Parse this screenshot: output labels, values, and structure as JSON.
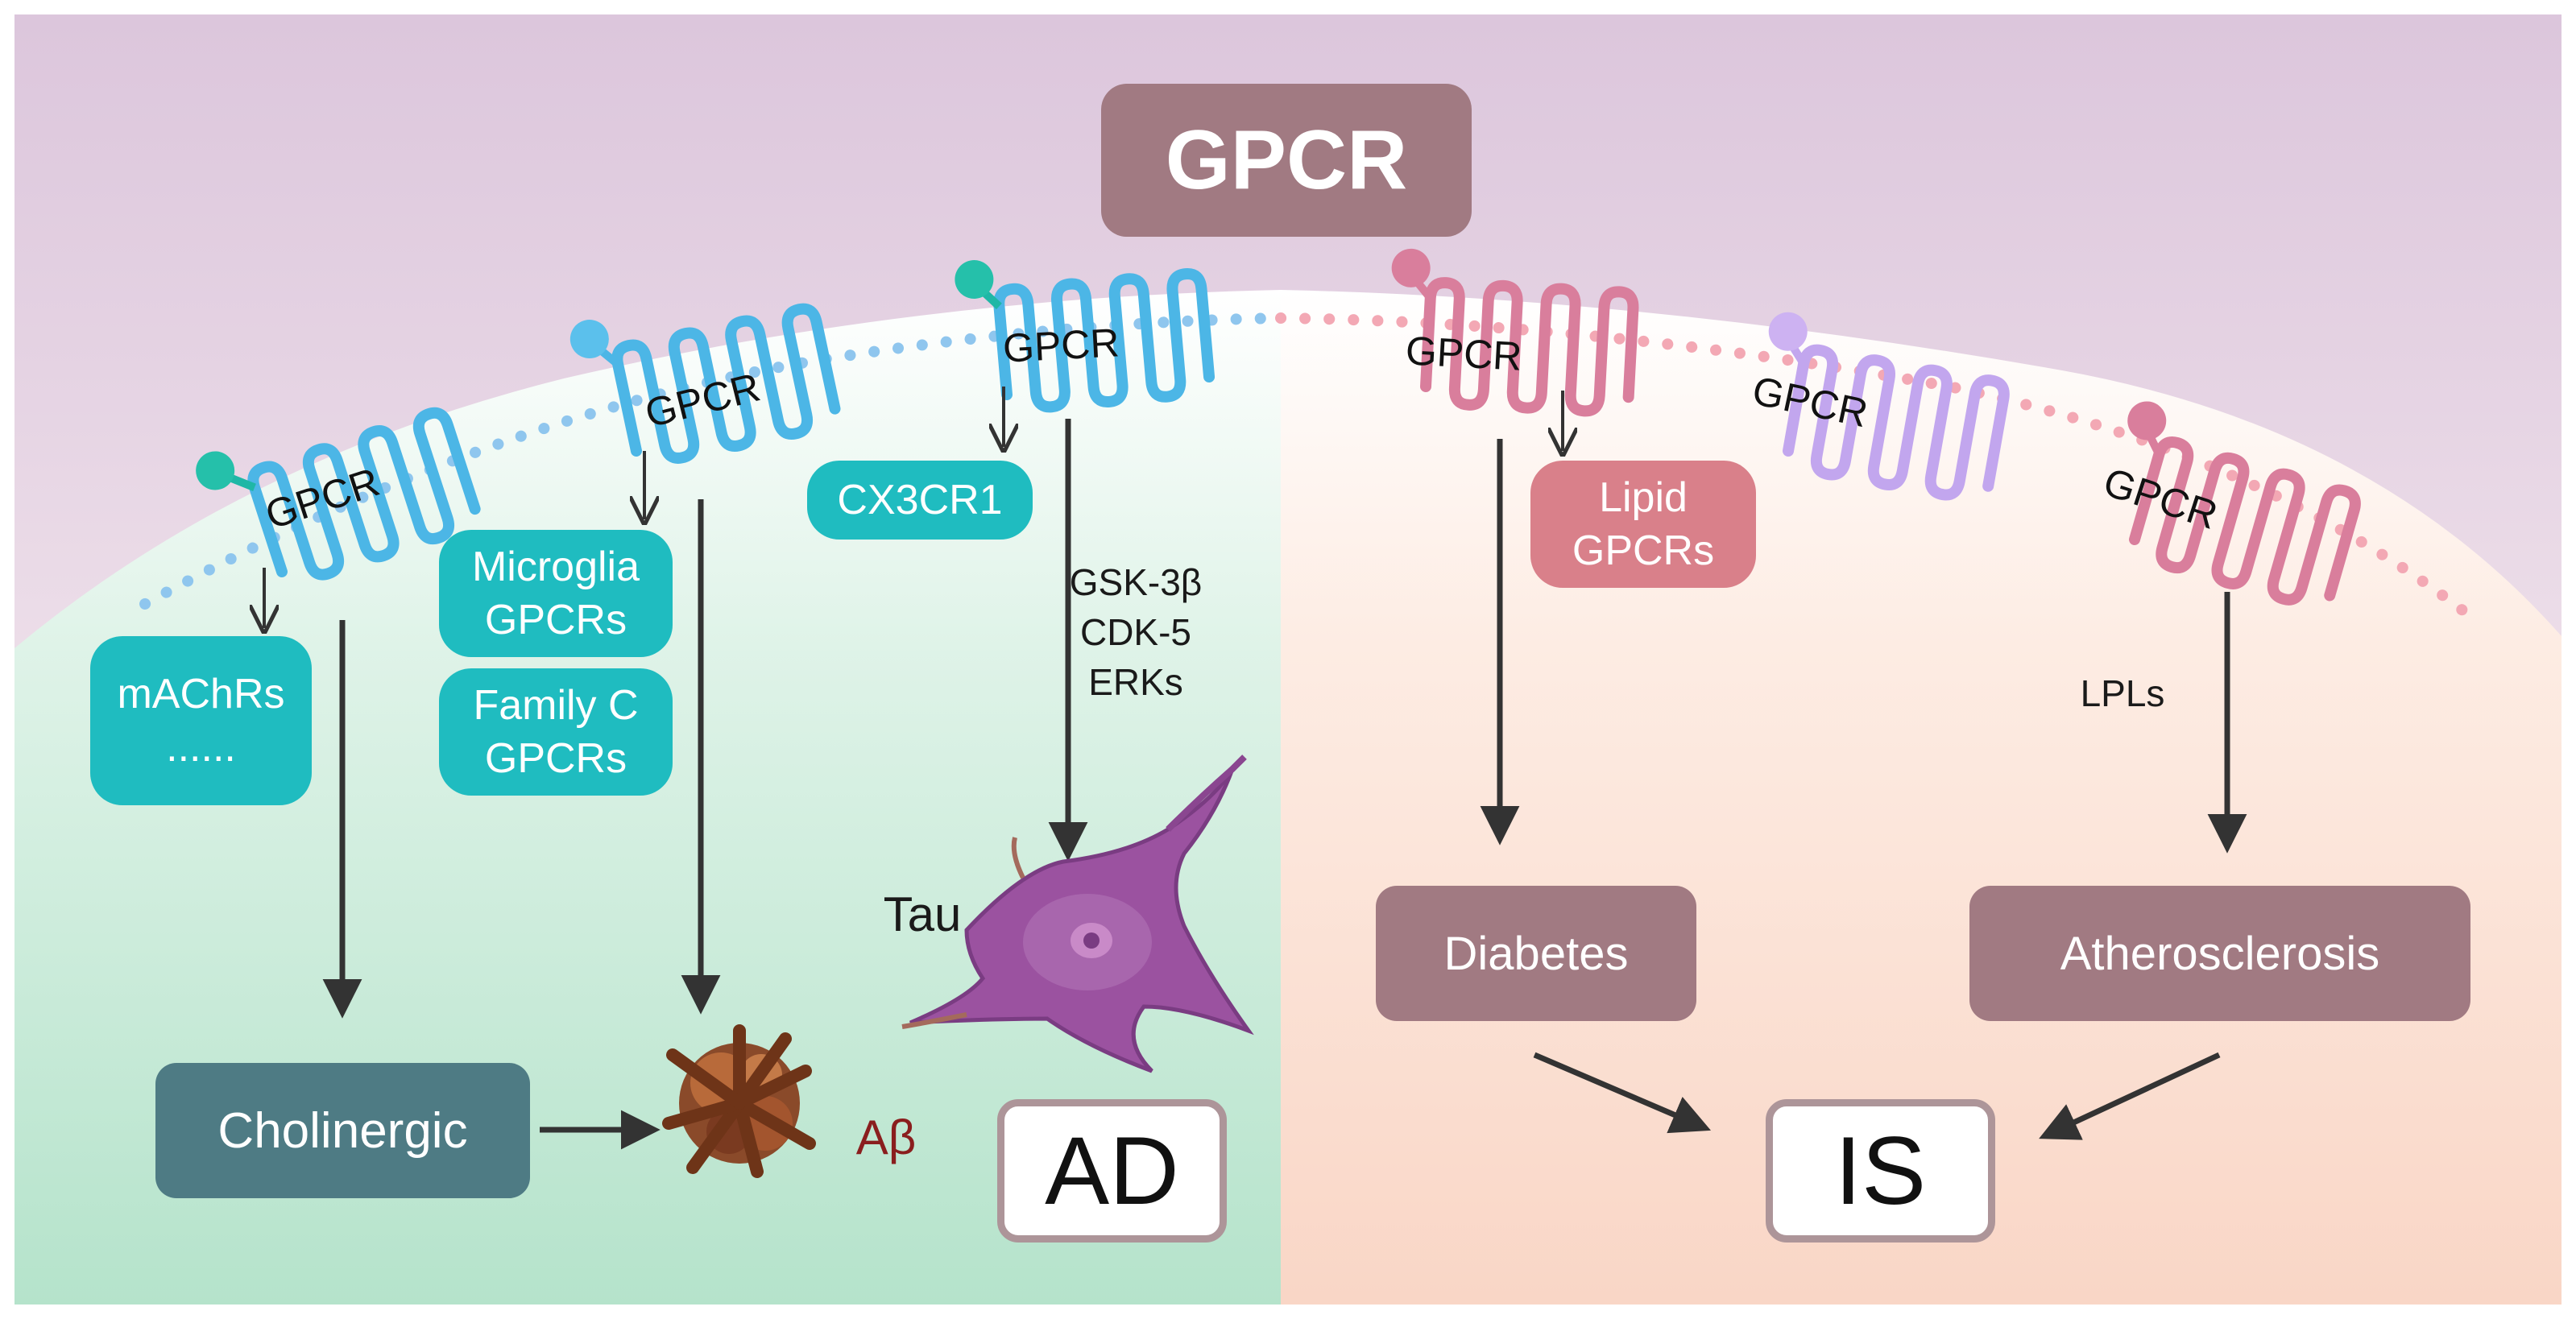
{
  "title": "GPCR",
  "receptor_label": "GPCR",
  "boxes": {
    "machrs": "mAChRs",
    "machrs_more": "......",
    "microglia": "Microglia",
    "microglia_2": "GPCRs",
    "family_c": "Family C",
    "family_c_2": "GPCRs",
    "cx3cr1": "CX3CR1",
    "lipid": "Lipid",
    "lipid_2": "GPCRs",
    "cholinergic": "Cholinergic",
    "diabetes": "Diabetes",
    "atherosclerosis": "Atherosclerosis"
  },
  "labels": {
    "gsk": "GSK-3β",
    "cdk": "CDK-5",
    "erks": "ERKs",
    "tau": "Tau",
    "abeta": "Aβ",
    "lpls": "LPLs",
    "ad": "AD",
    "is": "IS"
  },
  "colors": {
    "teal": "#1fbcc0",
    "receptor_blue": "#4db8e8",
    "receptor_pink": "#d980a0",
    "receptor_lilac": "#c2a6ee",
    "mauve": "#a17a82",
    "slate": "#4e7b84",
    "left_bg": "#bde6d0",
    "right_bg": "#fbdccc"
  }
}
